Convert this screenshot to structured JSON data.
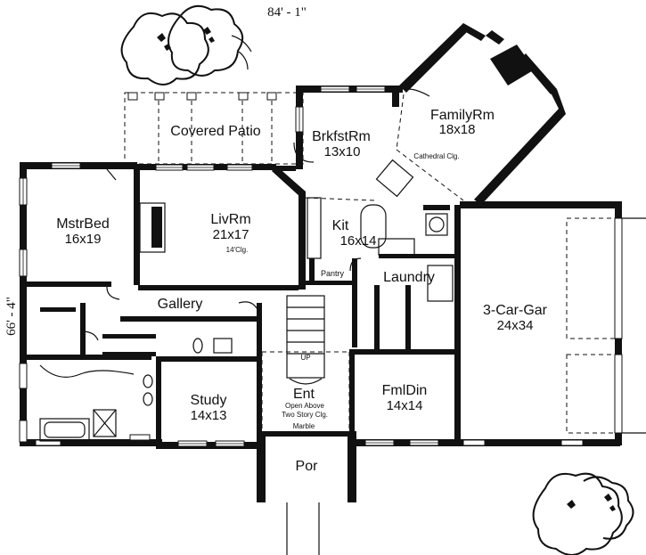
{
  "dimensions": {
    "width_label": "84' - 1\"",
    "depth_label": "66' - 4\""
  },
  "rooms": {
    "covered_patio": {
      "name": "Covered Patio"
    },
    "family": {
      "name": "FamilyRm",
      "size": "18x18",
      "note": "Cathedral Clg."
    },
    "breakfast": {
      "name": "BrkfstRm",
      "size": "13x10"
    },
    "master": {
      "name": "MstrBed",
      "size": "16x19"
    },
    "living": {
      "name": "LivRm",
      "size": "21x17",
      "note": "14'Clg."
    },
    "kitchen": {
      "name": "Kit",
      "size": "16x14"
    },
    "pantry": {
      "name": "Pantry"
    },
    "laundry": {
      "name": "Laundry"
    },
    "gallery": {
      "name": "Gallery"
    },
    "garage": {
      "name": "3-Car-Gar",
      "size": "24x34"
    },
    "study": {
      "name": "Study",
      "size": "14x13"
    },
    "entry": {
      "name": "Ent",
      "note1": "Open Above",
      "note2": "Two Story Clg.",
      "note3": "Marble"
    },
    "dining": {
      "name": "FmlDin",
      "size": "14x14"
    },
    "porch": {
      "name": "Por"
    },
    "stair_label": "UP"
  }
}
